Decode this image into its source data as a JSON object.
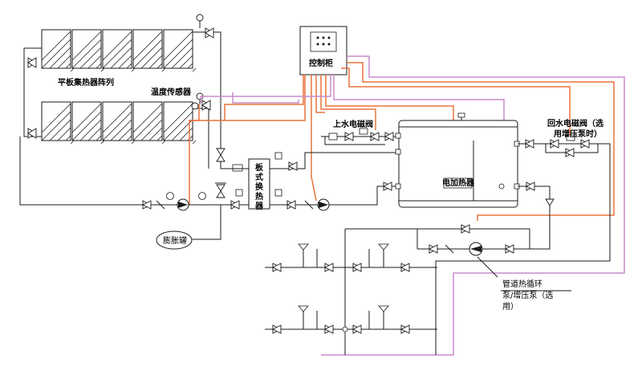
{
  "labels": {
    "collector_array": "平板集热器阵列",
    "temp_sensor": "温度传感器",
    "control_cabinet": "控制柜",
    "inlet_solenoid": "上水电磁阀",
    "return_solenoid_line1": "回水电磁阀（选",
    "return_solenoid_line2": "用增压泵时）",
    "plate_hx": [
      "板",
      "式",
      "换",
      "热",
      "器"
    ],
    "electric_heater": "电加热器",
    "expansion_tank": "膨胀罐",
    "pipe_pump_line1": "管道热循环",
    "pipe_pump_line2": "泵/增压泵（选",
    "pipe_pump_line3": "用）"
  },
  "colors": {
    "pipe": "#1a1a1a",
    "signal_orange": "#e8733c",
    "signal_purple": "#c98ccb",
    "background": "#ffffff"
  }
}
